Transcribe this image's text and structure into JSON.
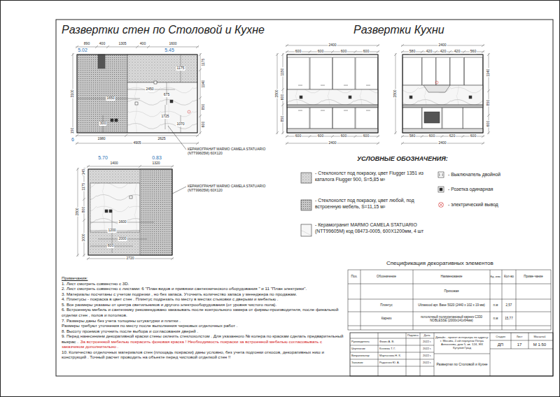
{
  "diagram": {
    "title": "Развертки стен по Столовой и Кухне",
    "labels": [
      "Развертки Кухни",
      "5.02",
      "890",
      "400",
      "1305",
      "5.45",
      "400",
      "1600",
      "3100",
      "150",
      "1175",
      "1140",
      "850",
      "600",
      "1175",
      "2450",
      "675",
      "1650",
      "1725",
      "1070",
      "300",
      "6",
      "1980",
      "2625",
      "4905",
      "КЕРАМОГРАНИТ MARMO CAMELA STATUARIO (NTT99605M) 60Х120",
      "5.70",
      "0.83",
      "1400",
      "1320",
      "145",
      "1175",
      "800",
      "2800",
      "1000",
      "1600",
      "1200",
      "2000",
      "600",
      "2720",
      "КЕРАМОГРАНИТ MARMO CAMELA STATUARIO (NTT99605M) 60Х120",
      "2400",
      "600",
      "600",
      "600",
      "600",
      "2800",
      "1150",
      "600",
      "850",
      "600",
      "600",
      "600",
      "600",
      "2400",
      "2400",
      "580",
      "420",
      "420",
      "420",
      "560",
      "2800",
      "1140",
      "850",
      "600",
      "580",
      "600",
      "620",
      "600",
      "2400",
      "УСЛОВНЫЕ ОБОЗНАЧЕНИЯ:",
      "Спецификация декоративных элементов",
      "Поз.",
      "Обозначение",
      "Наименование",
      "Ед. изм.",
      "Кол-во",
      "Приме-чание",
      "Прихожая",
      "Плинтус",
      "Ultrawood арт. Base 5020 (2440 х 102 х 19 мм)",
      "п.м",
      "2,57",
      "Карниз",
      "потолочный полиуретановый карниз C330 NOBLESSE (2000х141х64мм)",
      "п.м",
      "15,77",
      "Примечания:",
      "1. Лист смотреть совместно с 3D.",
      "2. Лист смотреть совместно с листами: 6 \"План видов и привязки сантехнического оборудования \" и 11 \"План электрики\".",
      "3. Материалы посчитаны с учетом подрезки , но без запаса. Уточнить количество запаса у менеджера по продажам.",
      "4. Плинтусы - покраска в цвет стен . Плинтус подрезать по месту в местах стыковки с дверьми и мебелью .",
      "5. Все размеры указаны от центра светильников и другого электрооборудования (от уровня чистого пола).",
      "6. Встроенную мебель и сантехнику рекомендовано заказывать после контрольного замера от фирмы-производителя, после финальной отделки стен , полов и потолков.",
      "7. Размеры даны без учета толщины штукатурки и плитки .",
      "Размеры требуют уточнения по месту после выполнения черновых отделочных работ .",
      "8. Высоту проемов уточнить после выбора и согласования дверей .",
      "9. Перед нанесением декоративной краски стены оклеить стеклохолстом . Для указанного № колера по краскам сделать предварительный выкрас .",
      "За встроенной мебелью покрасить фоновая краска ! Необходимость покраски за встроенной мебелью согласовывать с заказчиком дополнительно .",
      "10. Количество отделочных материалов стен (площадь покраски) даны условно, без учета подгонки откосов, декоративных ниш и конструкций . Точный расчет проводить на объекте перед чистовой отделкой стен !!",
      "Подпись",
      "Дата",
      "Руководитель",
      "Фокин А. В.",
      "2022 г.",
      "Чертежник",
      "Князева Т. Г.",
      "2022 г.",
      "Визуализатор",
      "Мартынова Н. К.",
      "2022 г.",
      "Заказчик",
      "Радченко Ю. А.",
      "2022 г.",
      "Дизайн - проект интерьера по адресу: г. Москва, 2-ой переулок Петра Алексеева, дом 5, кв. 124, ЖК Кутузов Град",
      "Стадия",
      "Лист",
      "Масштаб",
      "ДП",
      "17",
      "М 1:50",
      "Развертки по Столовой и Кухне"
    ],
    "legend": [
      {
        "text": "- Стеклохолст под покраску, цвет Flugger 1351 из каталога Flugger 900, S=5,85 м²"
      },
      {
        "text": "- Стеклохолст под покраску, цвет любой, под встроенную мебель, S=11,15 м²"
      },
      {
        "text": "- Керамогранит MARMO CAMELA STATUARIO (NTT99605M) код 08473-0005, 600X1200мм, 4 шт"
      },
      {
        "text": "- Выключатель двойной"
      },
      {
        "text": "- Розетка одинарная"
      },
      {
        "text": "- электрический вывод"
      }
    ]
  }
}
